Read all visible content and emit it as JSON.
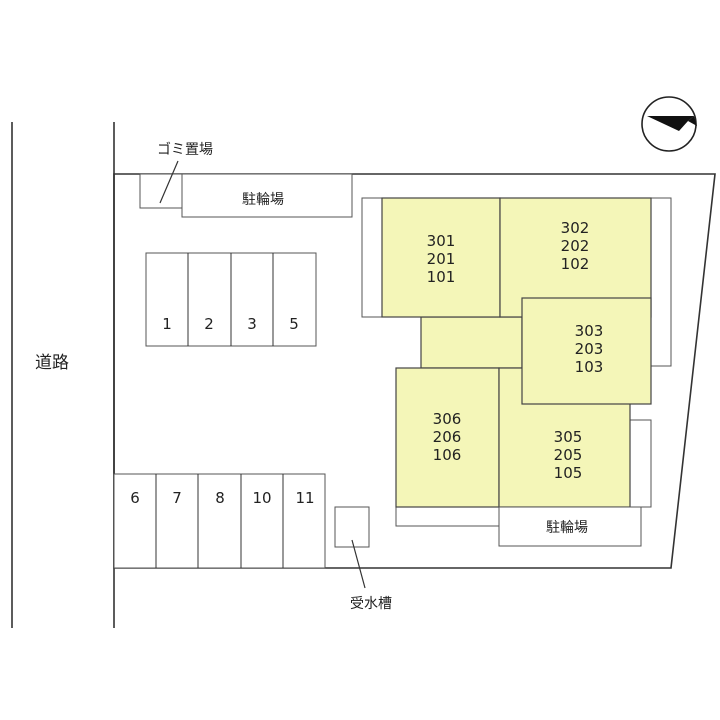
{
  "labels": {
    "road": "道路",
    "garbage": "ゴミ置場",
    "bicycle_top": "駐輪場",
    "bicycle_bottom": "駐輪場",
    "water_tank": "受水槽"
  },
  "parking_top": [
    "1",
    "2",
    "3",
    "5"
  ],
  "parking_bottom": [
    "6",
    "7",
    "8",
    "10",
    "11"
  ],
  "units": [
    {
      "lines": [
        "301",
        "201",
        "101"
      ]
    },
    {
      "lines": [
        "302",
        "202",
        "102"
      ]
    },
    {
      "lines": [
        "303",
        "203",
        "103"
      ]
    },
    {
      "lines": [
        "306",
        "206",
        "106"
      ]
    },
    {
      "lines": [
        "305",
        "205",
        "105"
      ]
    }
  ],
  "colors": {
    "unit_fill": "#f4f6b8"
  },
  "icons": {
    "compass": "north-arrow-icon"
  }
}
